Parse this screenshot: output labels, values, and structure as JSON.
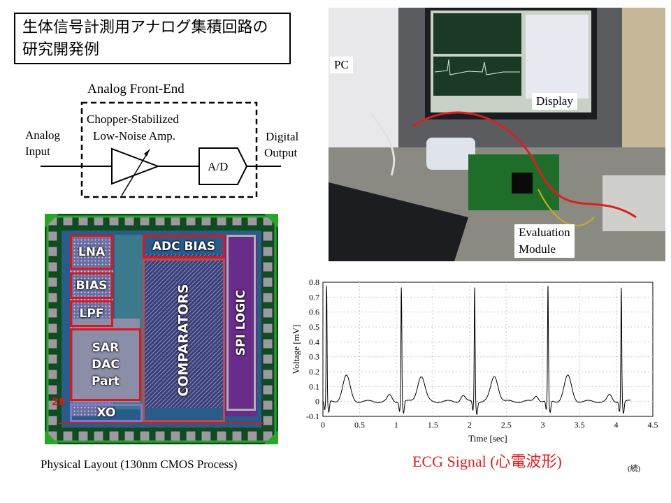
{
  "title_lines": [
    "生体信号計測用アナログ集積回路の",
    "研究開発例"
  ],
  "afe": {
    "title": "Analog Front-End",
    "amp_label_1": "Chopper-Stabilized",
    "amp_label_2": "Low-Noise Amp.",
    "input_label_1": "Analog",
    "input_label_2": "Input",
    "output_label_1": "Digital",
    "output_label_2": "Output",
    "adc_label": "A/D"
  },
  "chip": {
    "blocks": {
      "lna": "LNA",
      "bias": "BIAS",
      "lpf": "LPF",
      "sar_1": "SAR",
      "sar_2": "DAC",
      "sar_3": "Part",
      "xo": "XO",
      "adc_bias": "ADC BIAS",
      "comparators": "COMPARATORS",
      "spi": "SPI LOGIC"
    },
    "pin_number": "28",
    "caption": "Physical Layout (130nm CMOS Process)"
  },
  "photo_labels": {
    "pc": "PC",
    "display": "Display",
    "eval_1": "Evaluation",
    "eval_2": "Module"
  },
  "colors": {
    "ecg_title": "#e02020",
    "layout_red": "#e0151b",
    "layout_green": "#2aa52a"
  },
  "chart_data": {
    "type": "line",
    "title": "ECG Signal (心電波形)",
    "xlabel": "Time [sec]",
    "ylabel": "Voltage [mV]",
    "xlim": [
      0,
      4.5
    ],
    "ylim": [
      -0.1,
      0.8
    ],
    "xticks": [
      "0",
      "0.5",
      "1",
      "1.5",
      "2",
      "2.5",
      "3",
      "3.5",
      "4",
      "4.5"
    ],
    "yticks": [
      "0.8",
      "0.7",
      "0.6",
      "0.5",
      "0.4",
      "0.3",
      "0.2",
      "0.1",
      "0",
      "-0.1"
    ],
    "grid": true,
    "r_peaks_sec": [
      0.05,
      1.07,
      2.07,
      3.07,
      4.07
    ],
    "r_peak_mv": 0.77,
    "t_wave_peak_mv": 0.17,
    "baseline_mv": 0.0,
    "x_end_sec": 4.2
  },
  "footnote": "(続)"
}
